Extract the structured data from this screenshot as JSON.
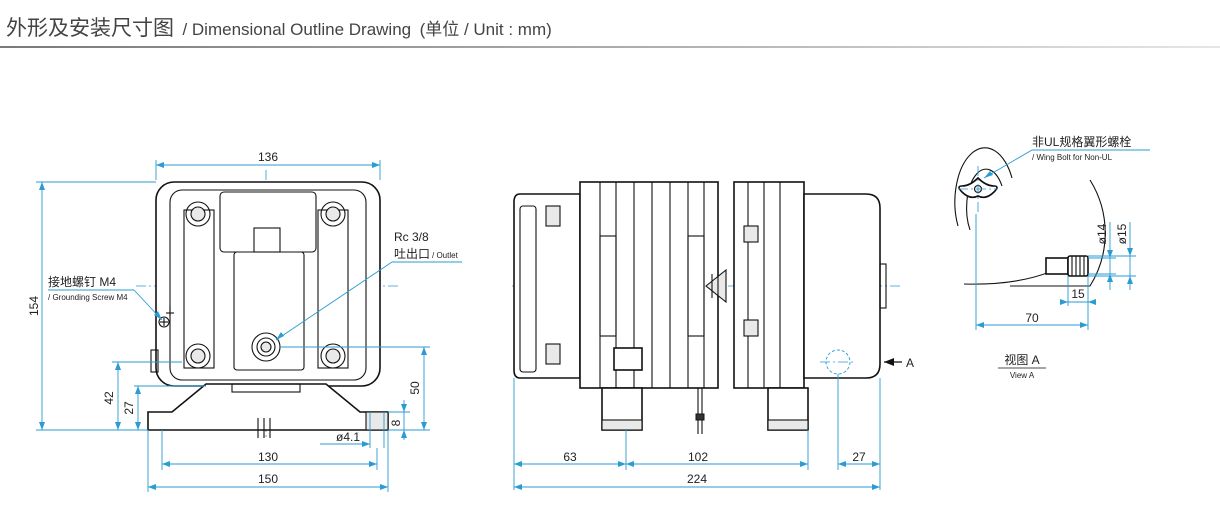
{
  "header": {
    "title_cn": "外形及安装尺寸图",
    "title_en": "/ Dimensional Outline Drawing",
    "title_unit": "(单位 / Unit : mm)"
  },
  "front_view": {
    "dim_top_width": "136",
    "dim_height": "154",
    "dim_42": "42",
    "dim_27": "27",
    "dim_50": "50",
    "dim_8": "8",
    "dim_hole": "ø4.1",
    "dim_130": "130",
    "dim_150": "150",
    "grounding_cn": "接地螺钉 M4",
    "grounding_en": "/ Grounding Screw M4",
    "outlet_thread": "Rc 3/8",
    "outlet_cn": "吐出口",
    "outlet_en": "/ Outlet"
  },
  "side_view": {
    "dim_63": "63",
    "dim_102": "102",
    "dim_27": "27",
    "dim_224": "224",
    "view_marker": "A"
  },
  "view_a": {
    "wing_bolt_cn": "非UL规格翼形螺栓",
    "wing_bolt_en": "/ Wing Bolt for Non-UL",
    "dim_d14": "ø14",
    "dim_d15": "ø15",
    "dim_15": "15",
    "dim_70": "70",
    "caption_cn": "视图 A",
    "caption_en": "View A"
  },
  "colors": {
    "dimension_lines": "#2a9bd3",
    "outline": "#111111",
    "header_rule": "#8a8a8a"
  }
}
